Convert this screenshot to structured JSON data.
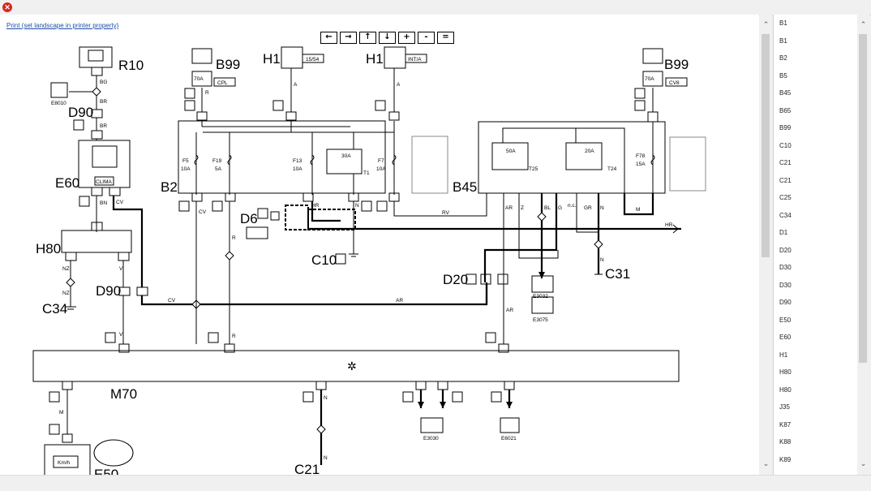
{
  "window": {
    "close_icon": "close-icon",
    "close_color": "#d8261c"
  },
  "print_link": "Print (set landscape in printer property)",
  "toolbar": [
    {
      "name": "pan-left-button",
      "glyph": "←"
    },
    {
      "name": "pan-right-button",
      "glyph": "→"
    },
    {
      "name": "pan-up-button",
      "glyph": "↑"
    },
    {
      "name": "pan-down-button",
      "glyph": "↓"
    },
    {
      "name": "zoom-in-button",
      "glyph": "+"
    },
    {
      "name": "zoom-out-button",
      "glyph": "-"
    },
    {
      "name": "zoom-fit-button",
      "glyph": "="
    }
  ],
  "components": {
    "r10": "R10",
    "e8010": "E8010",
    "d90a": "D90",
    "e60": "E60",
    "clima": "CLIMA",
    "h80": "H80",
    "c34": "C34",
    "d90b": "D90",
    "b99a": "B99",
    "b99b": "B99",
    "cpl": "CPL",
    "cv8": "CV8",
    "h1a": "H1",
    "h1b": "H1",
    "h1a_tag": "15/54",
    "h1b_tag": "INT/A",
    "b2": "B2",
    "b45": "B45",
    "d6": "D6",
    "c10": "C10",
    "d20": "D20",
    "c31": "C31",
    "m70": "M70",
    "c21": "C21",
    "e50": "E50",
    "e3032": "E3032",
    "e3075": "E3075",
    "e3030": "E3030",
    "e6021": "E6021",
    "t1": "T1",
    "t25": "T25",
    "t24": "T24",
    "f5": "F5",
    "f5a": "10A",
    "f19": "F19",
    "f19a": "5A",
    "f13": "F13",
    "f13a": "10A",
    "f7": "F7",
    "f7a": "10A",
    "f78": "F78",
    "f78a": "15A",
    "r30a": "30A",
    "r50a": "50A",
    "r20a": "20A",
    "a70a": "70A",
    "a70b": "70A",
    "kmh": "Km/h",
    "nc": "n.c."
  },
  "wires": {
    "bg": "BG",
    "br": "BR",
    "bn": "BN",
    "cv": "CV",
    "nz": "NZ",
    "v": "V",
    "r": "R",
    "a": "A",
    "hr": "HR",
    "n": "N",
    "rv": "RV",
    "ar": "AR",
    "z": "Z",
    "bl": "BL",
    "g": "G",
    "gr": "GR",
    "m": "M"
  },
  "sidebar": {
    "items": [
      "B1",
      "B1",
      "B2",
      "B5",
      "B45",
      "B65",
      "B99",
      "C10",
      "C21",
      "C21",
      "C25",
      "C34",
      "D1",
      "D20",
      "D30",
      "D30",
      "D90",
      "E50",
      "E60",
      "H1",
      "H80",
      "H80",
      "J35",
      "K87",
      "K88",
      "K89"
    ]
  }
}
